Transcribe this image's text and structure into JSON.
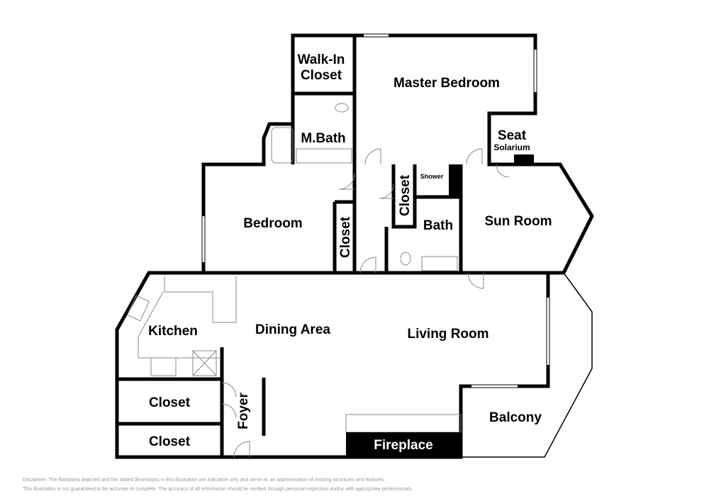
{
  "rooms": {
    "walk_in_closet": [
      "Walk-In",
      "Closet"
    ],
    "master_bedroom": "Master Bedroom",
    "seat": "Seat",
    "solarium": "Solarium",
    "m_bath": "M.Bath",
    "bedroom": "Bedroom",
    "bedroom_closet": "Closet",
    "hall_closet": "Closet",
    "shower": "Shower",
    "bath": "Bath",
    "sun_room": "Sun Room",
    "kitchen": "Kitchen",
    "dining_area": "Dining Area",
    "living_room": "Living Room",
    "closet_1": "Closet",
    "closet_2": "Closet",
    "foyer": "Foyer",
    "balcony": "Balcony",
    "fireplace": "Fireplace"
  },
  "disclaimer": [
    "Disclaimer: The floorplans depicted and the stated dimensions in this illustration are indicative only and serve as an approximation of existing structures and features.",
    "This illustration is not guaranteed to be accurate or complete. The accuracy of all information should be verified through personal inspection and/or with appropriate professionals."
  ]
}
